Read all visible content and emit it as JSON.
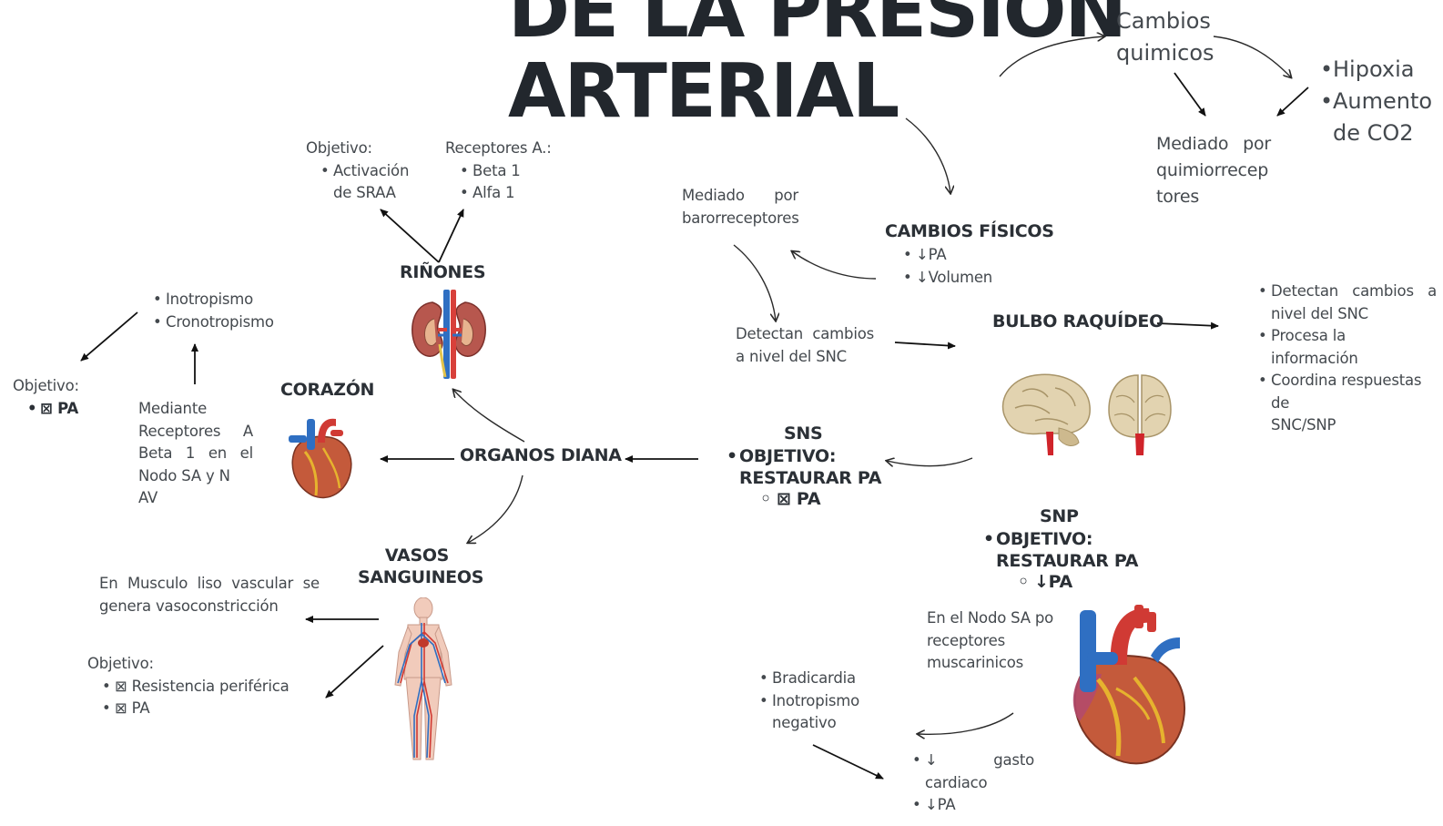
{
  "title": {
    "line1": "DE LA PRESION",
    "line2": "ARTERIAL"
  },
  "cambios_quimicos": {
    "label_l1": "Cambios",
    "label_l2": "quimicos",
    "items": [
      "Hipoxia",
      "Aumento",
      "de CO2"
    ],
    "mediado_l1": "Mediado por",
    "mediado_l2": "quimiorrecep",
    "mediado_l3": "tores"
  },
  "rinones": {
    "title": "RIÑONES",
    "objetivo_label": "Objetivo:",
    "objetivo_l1": "Activación",
    "objetivo_l2": "de SRAA",
    "receptores_label": "Receptores A.:",
    "receptores": [
      "Beta 1",
      "Alfa 1"
    ]
  },
  "baro": {
    "l1": "Mediado por",
    "l2": "barorreceptores"
  },
  "cambios_fisicos": {
    "title": "CAMBIOS FÍSICOS",
    "items": [
      "↓PA",
      "↓Volumen"
    ]
  },
  "corazon": {
    "effects": [
      "Inotropismo",
      "Cronotropismo"
    ],
    "objetivo_label": "Objetivo:",
    "objetivo_item": "⊠ PA",
    "mediante": [
      "Mediante",
      "Receptores A",
      "Beta 1 en el",
      "Nodo SA y N AV"
    ],
    "title": "CORAZÓN"
  },
  "detectan": {
    "l1": "Detectan cambios",
    "l2": "a nivel del SNC"
  },
  "bulbo": {
    "title": "BULBO RAQUÍDEO",
    "items_l1": "Detectan cambios a",
    "items_l2": "nivel del SNC",
    "items_2": "Procesa la información",
    "items_3_l1": "Coordina respuestas de",
    "items_3_l2": "SNC/SNP"
  },
  "organos_diana": {
    "title": "ORGANOS DIANA"
  },
  "sns": {
    "title": "SNS",
    "obj_l1": "OBJETIVO:",
    "obj_l2": "RESTAURAR PA",
    "sub": "⊠ PA"
  },
  "vasos": {
    "title_l1": "VASOS",
    "title_l2": "SANGUINEOS",
    "musculo_l1": "En Musculo liso vascular se",
    "musculo_l2": "genera vasoconstricción",
    "objetivo_label": "Objetivo:",
    "objetivo_items": [
      "⊠ Resistencia periférica",
      "⊠ PA"
    ]
  },
  "snp": {
    "title": "SNP",
    "obj_l1": "OBJETIVO:",
    "obj_l2": "RESTAURAR PA",
    "sub": "↓PA",
    "nodo": [
      "En el Nodo SA po",
      "receptores",
      "muscarinicos"
    ],
    "efectos": [
      "Bradicardia",
      "Inotropismo",
      "negativo"
    ],
    "resultado_l1": "↓ gasto",
    "resultado_l2": "cardiaco",
    "resultado_2": "↓PA"
  }
}
